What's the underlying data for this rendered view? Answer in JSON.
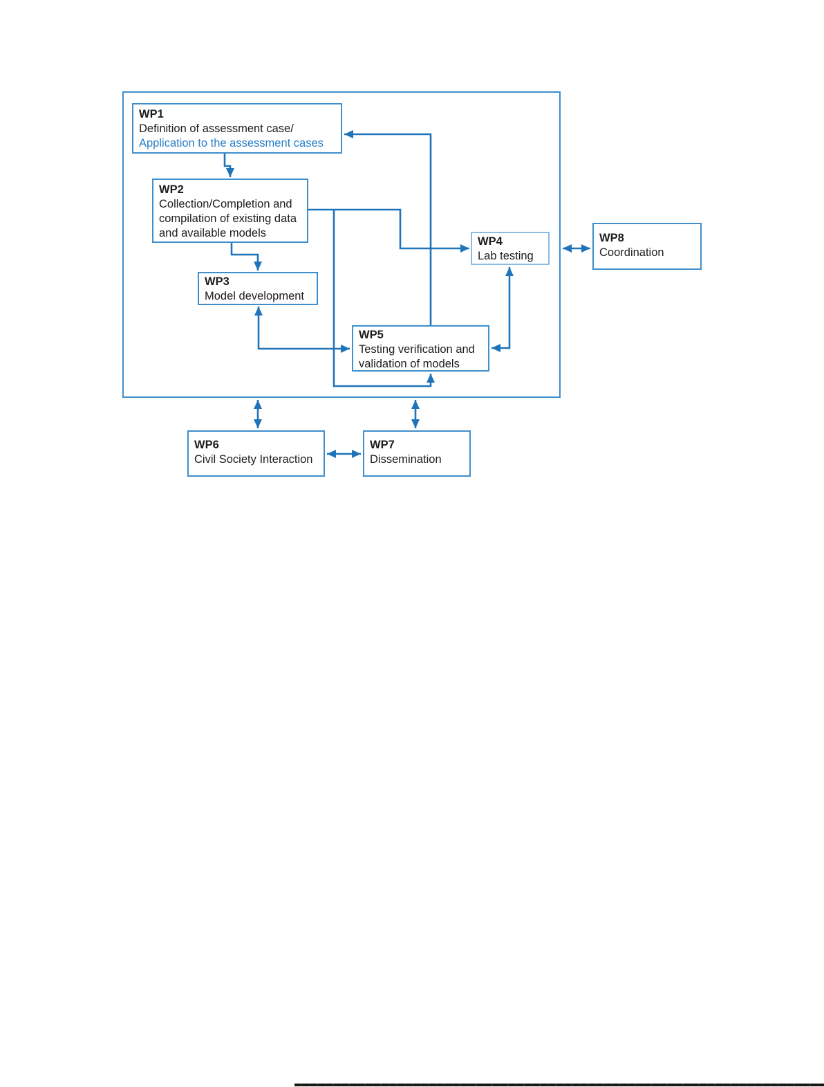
{
  "diagram": {
    "nodes": {
      "wp1": {
        "id": "WP1",
        "line1": "Definition of assessment case/",
        "line2": "Application to the assessment cases"
      },
      "wp2": {
        "id": "WP2",
        "lines": [
          "Collection/Completion and",
          "compilation of existing data",
          "and available models"
        ]
      },
      "wp3": {
        "id": "WP3",
        "desc": "Model development"
      },
      "wp4": {
        "id": "WP4",
        "desc": "Lab testing"
      },
      "wp5": {
        "id": "WP5",
        "lines": [
          "Testing verification and",
          "validation of models"
        ]
      },
      "wp6": {
        "id": "WP6",
        "desc": "Civil Society Interaction"
      },
      "wp7": {
        "id": "WP7",
        "desc": "Dissemination"
      },
      "wp8": {
        "id": "WP8",
        "desc": "Coordination"
      }
    },
    "edges": [
      {
        "from": "WP1",
        "to": "WP2",
        "type": "arrow"
      },
      {
        "from": "WP2",
        "to": "WP3",
        "type": "arrow"
      },
      {
        "from": "WP2",
        "to": "WP4",
        "type": "arrow"
      },
      {
        "from": "WP2",
        "to": "WP5",
        "type": "arrow"
      },
      {
        "from": "WP5",
        "to": "WP1",
        "type": "arrow"
      },
      {
        "from": "WP3",
        "to": "WP5",
        "type": "double-arrow"
      },
      {
        "from": "WP4",
        "to": "WP5",
        "type": "double-arrow"
      },
      {
        "from": "core-group",
        "to": "WP8",
        "type": "double-arrow"
      },
      {
        "from": "core-group",
        "to": "WP6",
        "type": "double-arrow"
      },
      {
        "from": "core-group",
        "to": "WP7",
        "type": "double-arrow"
      },
      {
        "from": "WP6",
        "to": "WP7",
        "type": "double-arrow"
      }
    ],
    "colors": {
      "connector": "#1e73b9",
      "border_default": "#3f8ecd",
      "border_light": "#8abbe4",
      "text": "#1c1c1e",
      "accent_text": "#2b7fc7",
      "artifact": "#161616"
    }
  }
}
